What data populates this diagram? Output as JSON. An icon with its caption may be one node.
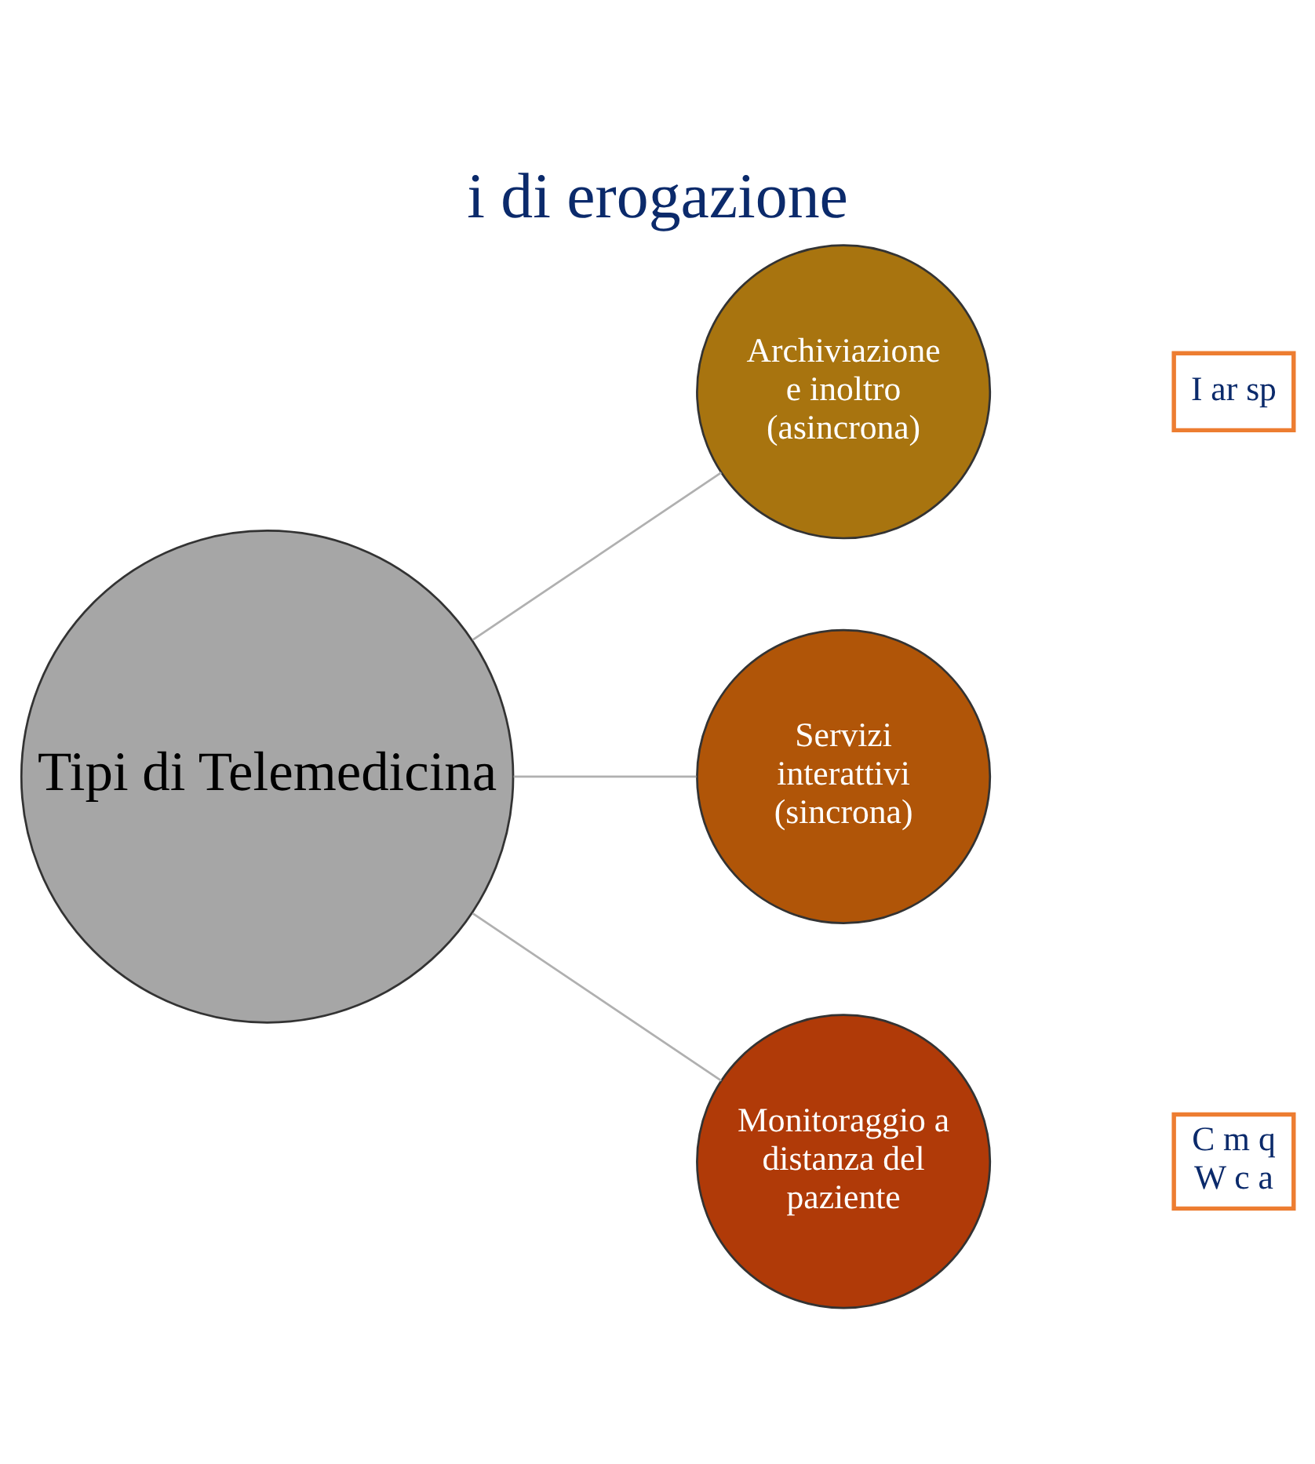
{
  "diagram": {
    "title": "i di erogazione",
    "nodes": [
      {
        "text": [
          "Tipi di Telemedicina"
        ]
      },
      {
        "text": [
          "Archiviazione e inoltro",
          "(asincrona)"
        ]
      },
      {
        "text": [
          "Servizi interattivi",
          "(sincrona)"
        ]
      },
      {
        "text": [
          "Monitoraggio a distanza del paziente"
        ]
      },
      {
        "text": [
          "I ar sp"
        ]
      },
      {
        "text": [
          "C m q",
          "W c a"
        ]
      }
    ],
    "edges": [
      {
        "from": 0,
        "to": 1,
        "arrow": "none"
      },
      {
        "from": 0,
        "to": 2,
        "arrow": "none"
      },
      {
        "from": 0,
        "to": 3,
        "arrow": "none"
      }
    ]
  }
}
